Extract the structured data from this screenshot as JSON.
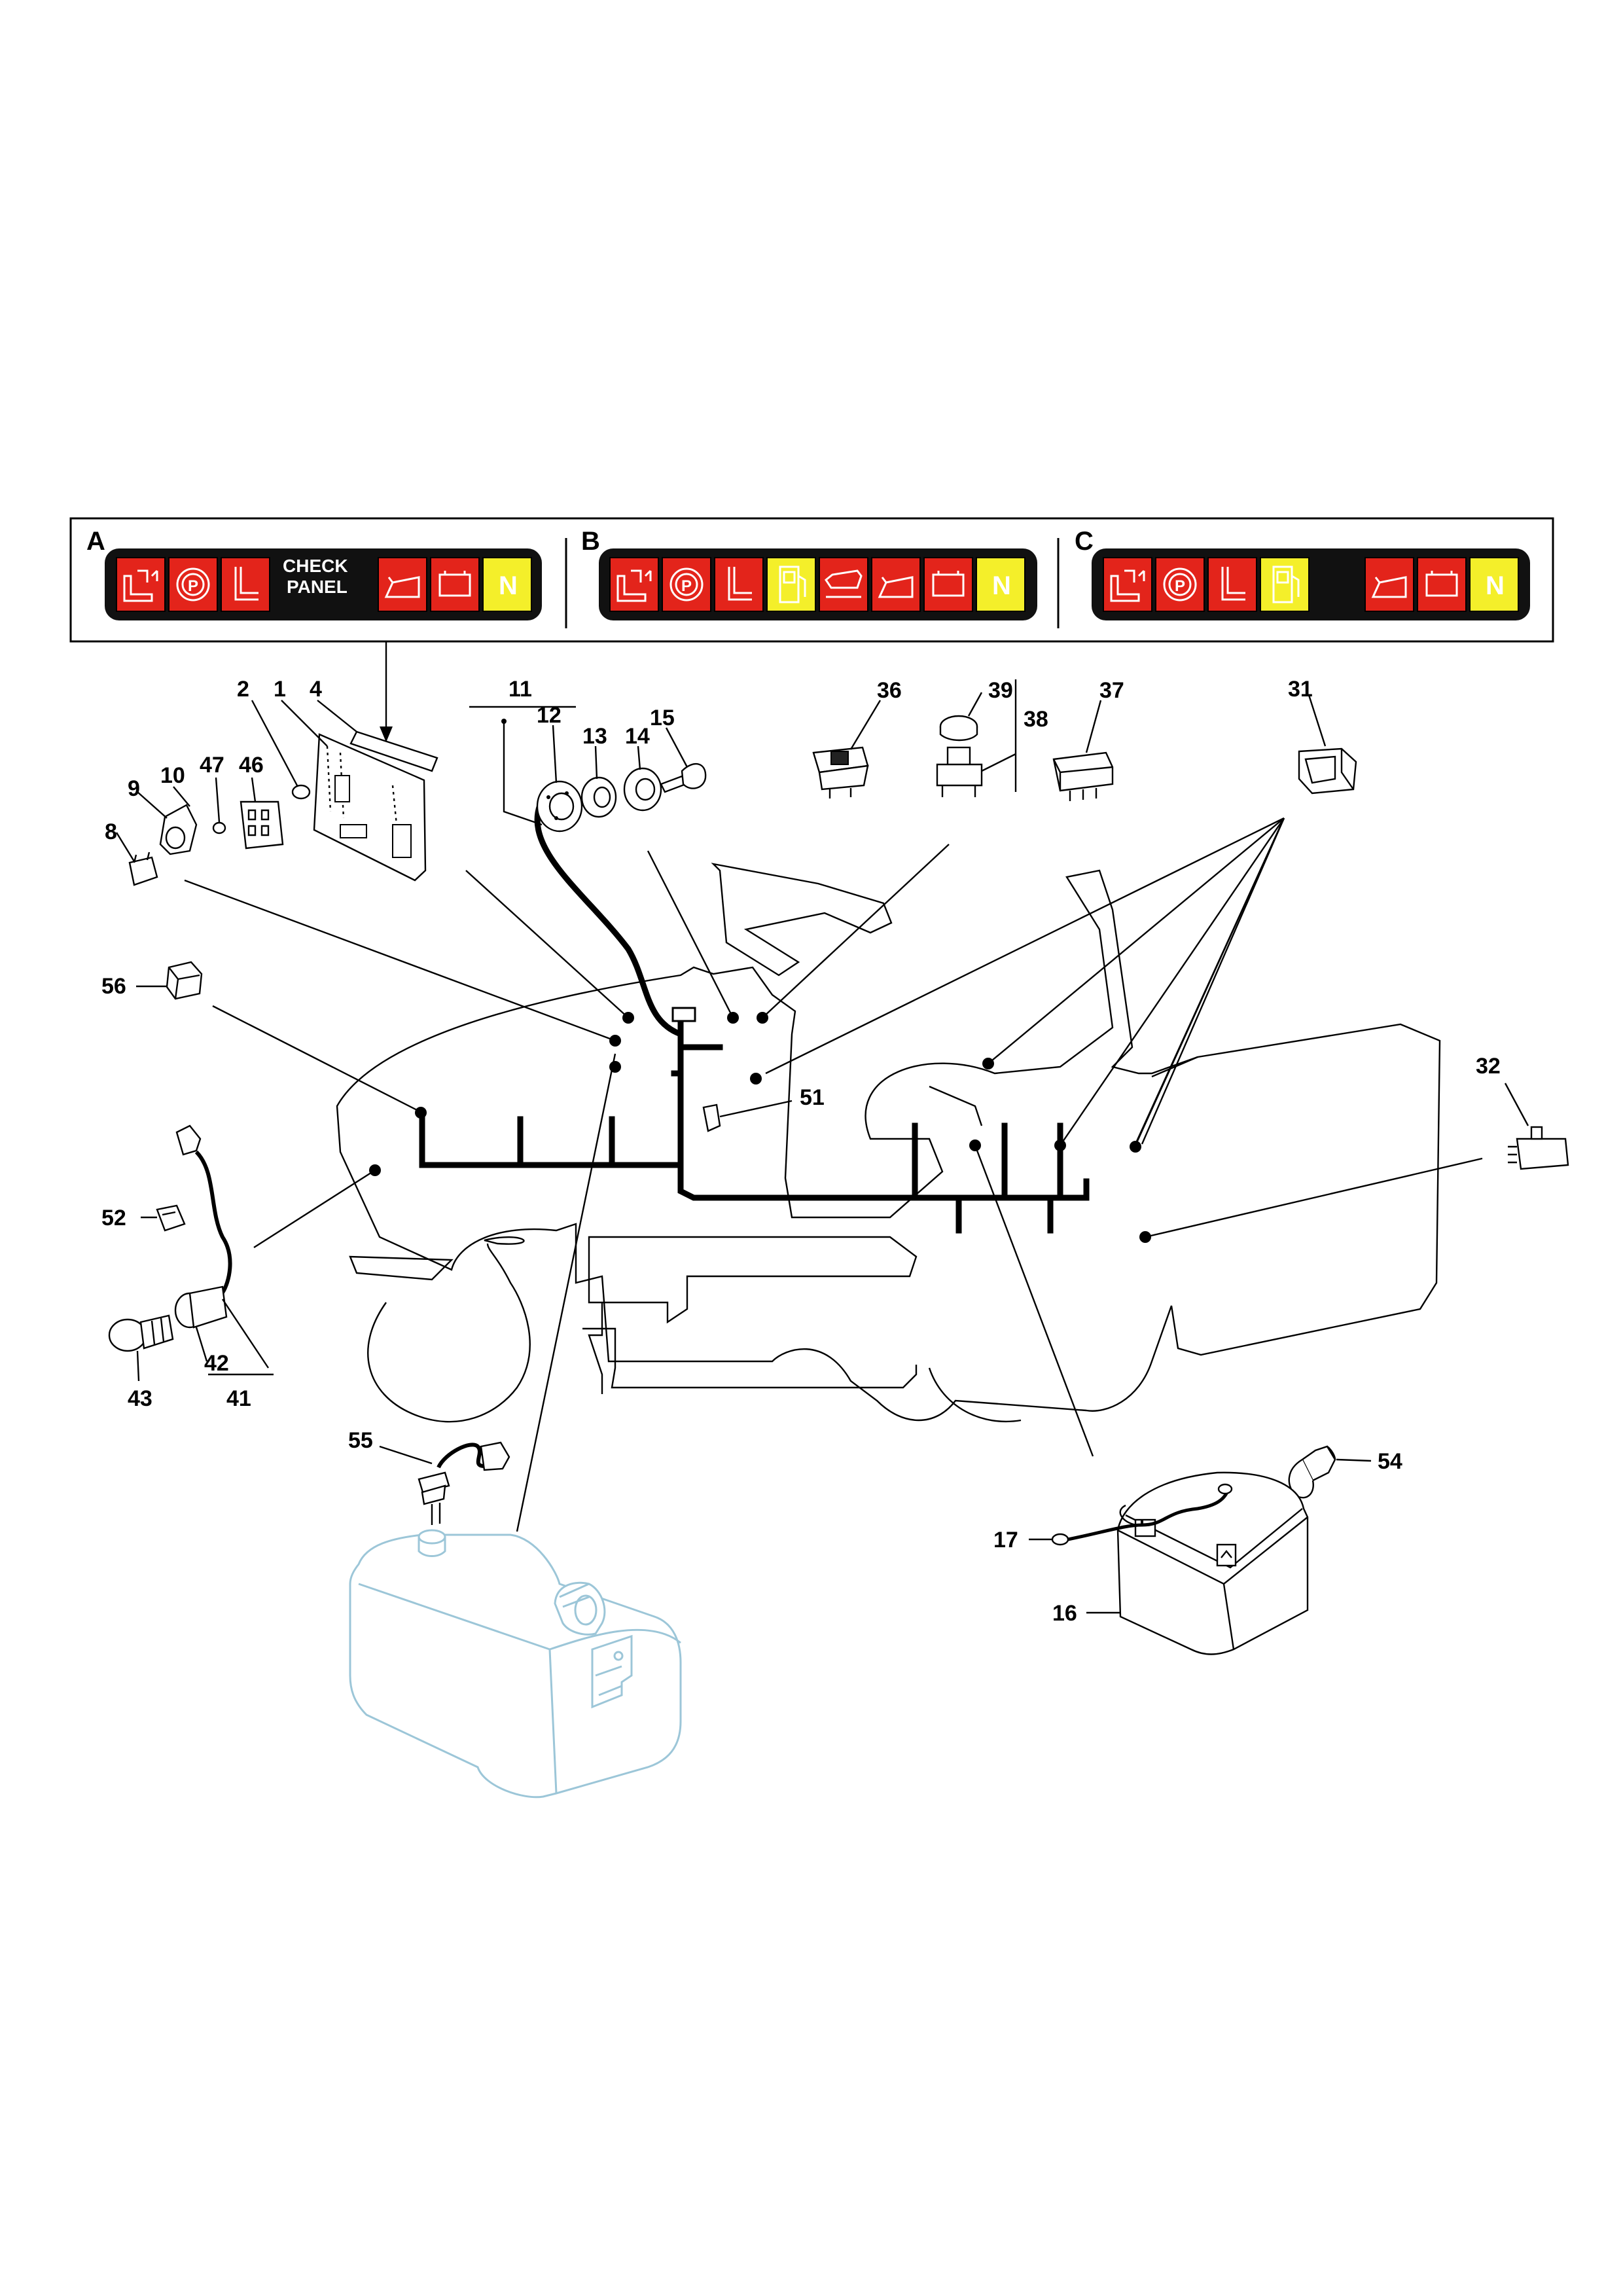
{
  "panels": [
    {
      "letter": "A",
      "text_line1": "CHECK",
      "text_line2": "PANEL",
      "icons": [
        "seat-brake-icon",
        "parking-brake-icon",
        "seat-icon",
        "check-panel-text",
        "oil-can-icon",
        "battery-icon",
        "neutral-icon"
      ]
    },
    {
      "letter": "B",
      "icons": [
        "seat-brake-icon",
        "parking-brake-icon",
        "seat-icon",
        "fuel-pump-icon",
        "oil-level-icon",
        "oil-can-icon",
        "battery-icon",
        "neutral-icon"
      ]
    },
    {
      "letter": "C",
      "icons": [
        "seat-brake-icon",
        "parking-brake-icon",
        "seat-icon",
        "fuel-pump-icon",
        "blank",
        "oil-can-icon",
        "battery-icon",
        "neutral-icon"
      ]
    }
  ],
  "neutral_label": "N",
  "colors": {
    "warning_red": "#e3241b",
    "indicator_yellow": "#f4ef2a",
    "panel_black": "#111111",
    "tank_outline": "#9cc6d8"
  },
  "labels": {
    "l1": "1",
    "l2": "2",
    "l4": "4",
    "l8": "8",
    "l9": "9",
    "l10": "10",
    "l11": "11",
    "l12": "12",
    "l13": "13",
    "l14": "14",
    "l15": "15",
    "l16": "16",
    "l17": "17",
    "l31": "31",
    "l32": "32",
    "l36": "36",
    "l37": "37",
    "l38": "38",
    "l39": "39",
    "l41": "41",
    "l42": "42",
    "l43": "43",
    "l46": "46",
    "l47": "47",
    "l51": "51",
    "l52": "52",
    "l54": "54",
    "l55": "55",
    "l56": "56"
  }
}
